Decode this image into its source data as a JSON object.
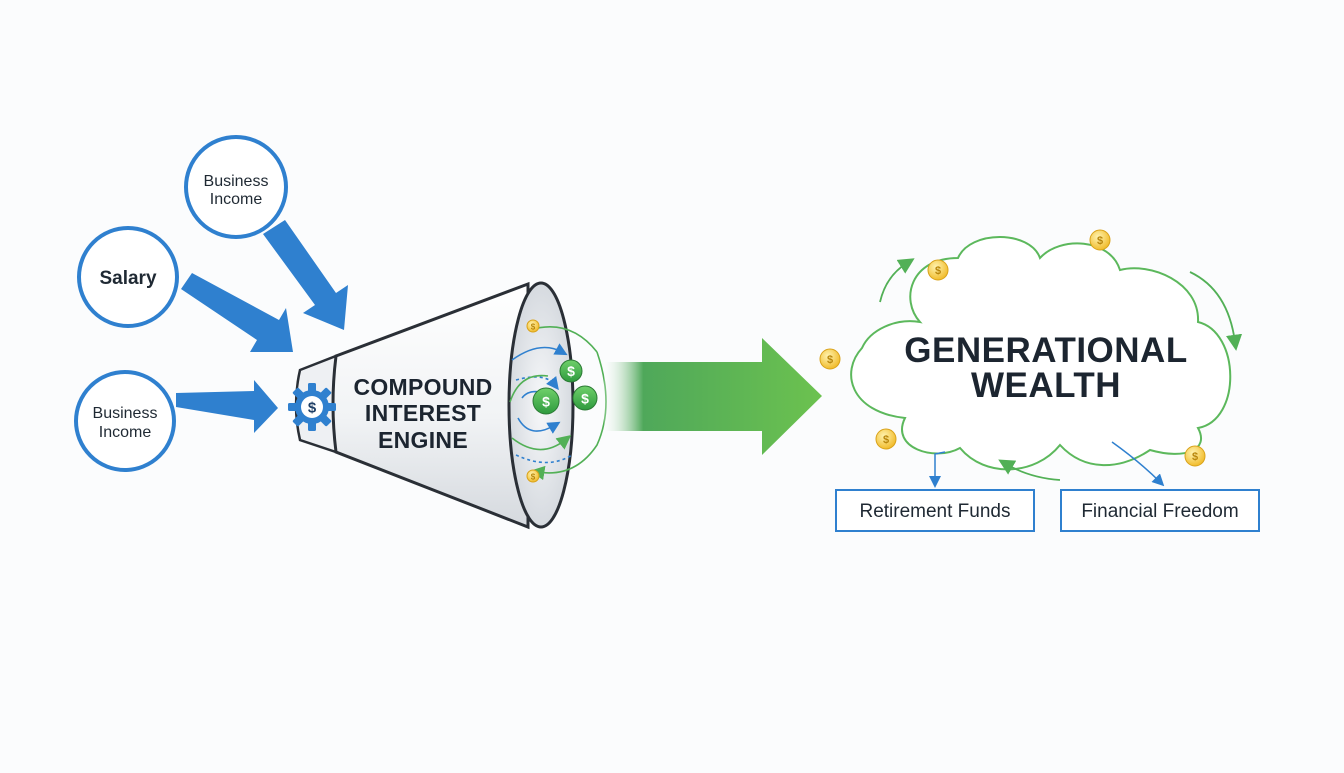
{
  "inputs": [
    {
      "label_line1": "Business",
      "label_line2": "Income"
    },
    {
      "label_line1": "Salary",
      "label_line2": ""
    },
    {
      "label_line1": "Business",
      "label_line2": "Income"
    }
  ],
  "engine": {
    "line1": "COMPOUND",
    "line2": "INTEREST",
    "line3": "ENGINE",
    "gear_symbol": "$"
  },
  "output": {
    "line1": "GENERATIONAL",
    "line2": "WEALTH"
  },
  "outcomes": [
    {
      "label": "Retirement Funds"
    },
    {
      "label": "Financial Freedom"
    }
  ],
  "symbols": {
    "coin": "$",
    "dollar": "$"
  },
  "colors": {
    "blue": "#2f80cf",
    "green": "#5cb85c",
    "dark_text": "#1c2530",
    "coin_gold": "#f2c94c"
  }
}
